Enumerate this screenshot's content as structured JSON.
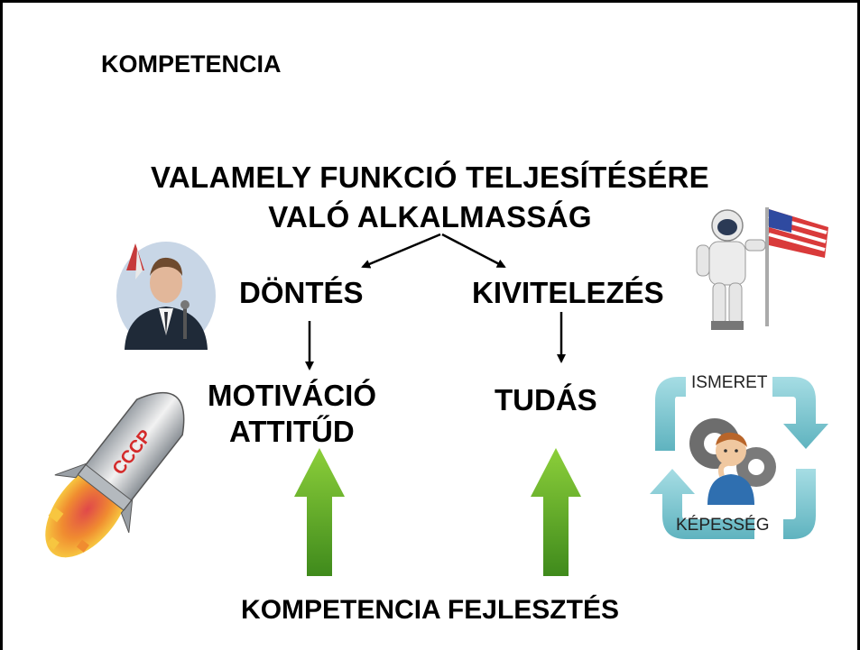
{
  "title": "KOMPETENCIA",
  "main": {
    "line1": "VALAMELY FUNKCIÓ TELJESÍTÉSÉRE",
    "line2": "VALÓ ALKALMASSÁG"
  },
  "branches": {
    "left": "DÖNTÉS",
    "right": "KIVITELEZÉS"
  },
  "outcomes": {
    "left_line1": "MOTIVÁCIÓ",
    "left_line2": "ATTITŰD",
    "right": "TUDÁS"
  },
  "cycle": {
    "top": "ISMERET",
    "bottom": "KÉPESSÉG"
  },
  "rocket_label": "CCCP",
  "footer": "KOMPETENCIA FEJLESZTÉS",
  "colors": {
    "arrow_green_top": "#8ccf3a",
    "arrow_green_bottom": "#3f8a1c",
    "cycle_teal": "#74c4cf"
  },
  "icons": [
    "portrait-photo",
    "astronaut-flag-icon",
    "rocket-icon",
    "gear-thinker-icon",
    "cycle-arrows-icon"
  ]
}
